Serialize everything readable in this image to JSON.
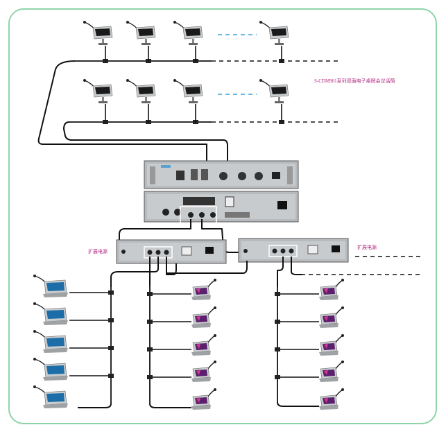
{
  "series_label": "S-CDM901系列双面电子桌牌会议话筒",
  "extension_power_left": "扩展电源",
  "extension_power_right": "扩展电源",
  "colors": {
    "frame": "#8fd3a8",
    "label": "#b0247c",
    "link_dash": "#3aa0d8",
    "cable": "#111111"
  },
  "icons": [
    "conference-microphone-icon",
    "rack-host-icon",
    "extension-power-unit-icon"
  ]
}
